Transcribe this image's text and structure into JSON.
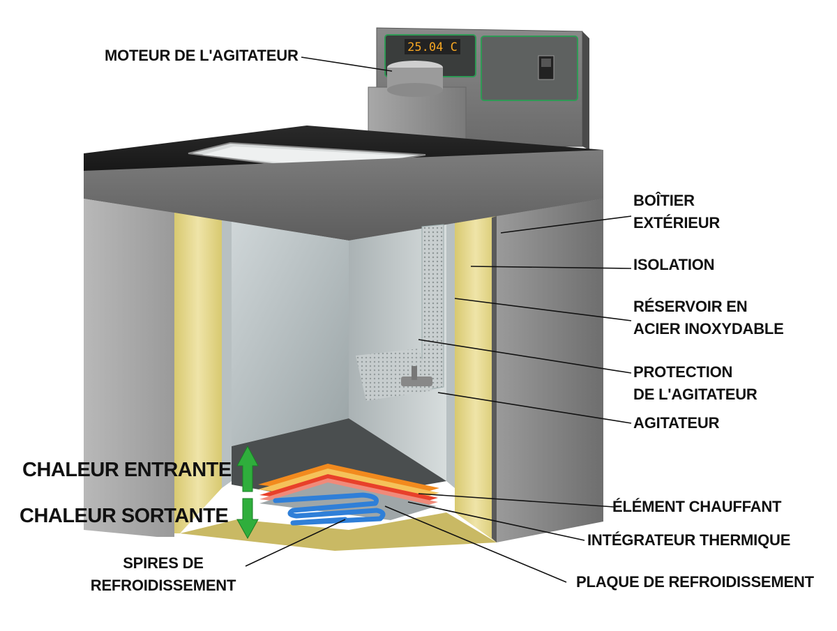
{
  "display": {
    "readout": "25.04 C"
  },
  "labels": {
    "moteur_agitateur": "MOTEUR DE L'AGITATEUR",
    "boitier_exterieur": [
      "BOÎTIER",
      "EXTÉRIEUR"
    ],
    "isolation": "ISOLATION",
    "reservoir": [
      "RÉSERVOIR EN",
      "ACIER INOXYDABLE"
    ],
    "protection_agitateur": [
      "PROTECTION",
      "DE L'AGITATEUR"
    ],
    "agitateur": "AGITATEUR",
    "element_chauffant": "ÉLÉMENT CHAUFFANT",
    "integrateur_thermique": "INTÉGRATEUR THERMIQUE",
    "plaque_refroidissement": "PLAQUE DE REFROIDISSEMENT",
    "spires_refroidissement": [
      "SPIRES DE",
      "REFROIDISSEMENT"
    ],
    "chaleur_entrante": "CHALEUR ENTRANTE",
    "chaleur_sortante": "CHALEUR SORTANTE"
  },
  "colors": {
    "insulation": "#e6d98c",
    "heating_element": "#e8402a",
    "heat_integrator": "#f28a1e",
    "cooling_coil": "#2f7fd8",
    "arrow_green": "#2fae3c",
    "display_digits": "#f5a623"
  }
}
